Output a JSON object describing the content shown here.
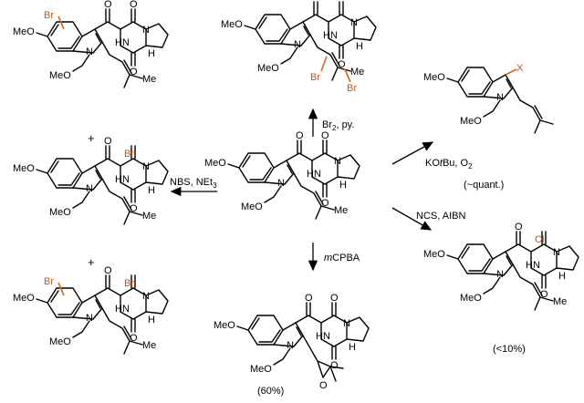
{
  "atoms": {
    "methoxy": "MeO",
    "o": "O",
    "nh": "HN",
    "n": "N",
    "h": "H",
    "me": "Me",
    "br": "Br",
    "cl": "Cl",
    "x": "X"
  },
  "reactions": {
    "bromine": {
      "reagent": "Br",
      "sub": "2",
      "rest": ", py."
    },
    "ncs": {
      "reagent": "NCS, AIBN",
      "yield": "(<10%)"
    },
    "kotbu": {
      "reagent_a": "KO",
      "reagent_b": "t",
      "reagent_c": "Bu, O",
      "sub": "2",
      "yield": "(~quant.)"
    },
    "nbs": {
      "reagent": "NBS, NEt",
      "sub": "3"
    },
    "mcpba": {
      "prefix": "m",
      "reagent": "CPBA",
      "yield": "(60%)"
    }
  },
  "plus_sign": "+",
  "colors": {
    "halogen": "#c8501e",
    "ink": "#000000"
  }
}
